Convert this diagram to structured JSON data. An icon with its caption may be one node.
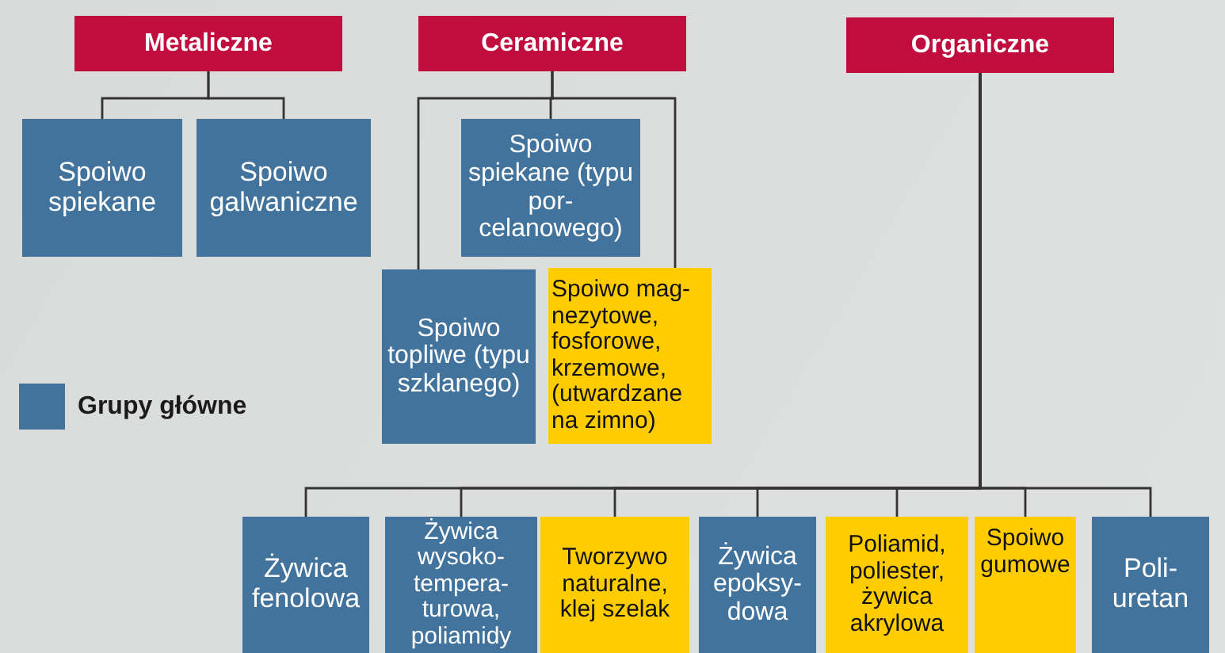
{
  "diagram": {
    "nodes": [
      {
        "text": [
          "Metaliczne"
        ]
      },
      {
        "text": [
          "Ceramiczne"
        ]
      },
      {
        "text": [
          "Organiczne"
        ]
      },
      {
        "text": [
          "Spoiwo spiekane"
        ]
      },
      {
        "text": [
          "Spoiwo galwaniczne"
        ]
      },
      {
        "text": [
          "Spoiwo spiekane (typu por-celanowego)"
        ]
      },
      {
        "text": [
          "Spoiwo topliwe (typu szklanego)"
        ]
      },
      {
        "text": [
          "Spoiwo mag-nezytowe, fosforowe, krzemowe, (utwardzane na zimno)"
        ]
      },
      {
        "text": [
          "Żywica fenolowa"
        ]
      },
      {
        "text": [
          "Żywica wysoko-tempera-turowa, poliamidy"
        ]
      },
      {
        "text": [
          "Tworzywo naturalne, klej szelak"
        ]
      },
      {
        "text": [
          "Żywica epoksy-dowa"
        ]
      },
      {
        "text": [
          "Poliamid, poliester, żywica akrylowa"
        ]
      },
      {
        "text": [
          "Spoiwo gumowe"
        ]
      },
      {
        "text": [
          "Poli-uretan"
        ]
      }
    ],
    "edges": [
      {
        "from": 0,
        "to": 3,
        "arrow": "none"
      },
      {
        "from": 0,
        "to": 4,
        "arrow": "none"
      },
      {
        "from": 1,
        "to": 5,
        "arrow": "none"
      },
      {
        "from": 1,
        "to": 6,
        "arrow": "none"
      },
      {
        "from": 1,
        "to": 7,
        "arrow": "none"
      },
      {
        "from": 2,
        "to": 8,
        "arrow": "none"
      },
      {
        "from": 2,
        "to": 9,
        "arrow": "none"
      },
      {
        "from": 2,
        "to": 10,
        "arrow": "none"
      },
      {
        "from": 2,
        "to": 11,
        "arrow": "none"
      },
      {
        "from": 2,
        "to": 12,
        "arrow": "none"
      },
      {
        "from": 2,
        "to": 13,
        "arrow": "none"
      },
      {
        "from": 2,
        "to": 14,
        "arrow": "none"
      }
    ],
    "legend": [
      {
        "text": "Grupy główne",
        "color": "#41739c"
      }
    ]
  }
}
